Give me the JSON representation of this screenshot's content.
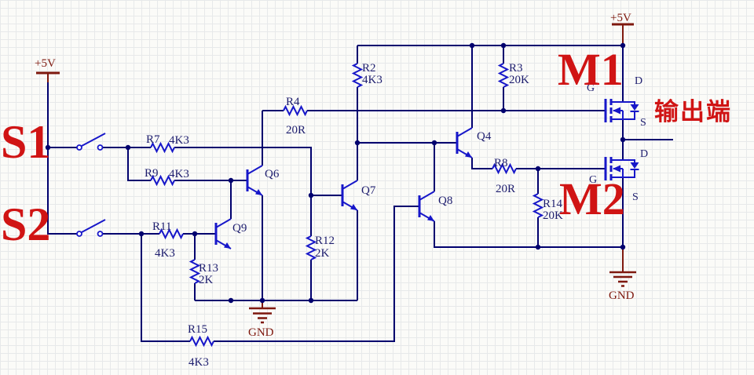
{
  "colors": {
    "wire": "#00006e",
    "symbol": "#1717c9",
    "text": "#1d1d6e",
    "net_label": "#d01414",
    "power": "#7e180e",
    "background": "#fbfbf8",
    "grid": "#e7e9ea"
  },
  "power": {
    "vcc": "+5V",
    "gnd": "GND"
  },
  "nets": {
    "s1": "S1",
    "s2": "S2",
    "m1": "M1",
    "m2": "M2",
    "output": "输出端"
  },
  "pins": {
    "d": "D",
    "g": "G",
    "s": "S"
  },
  "parts": {
    "r2": {
      "ref": "R2",
      "val": "4K3"
    },
    "r3": {
      "ref": "R3",
      "val": "20K"
    },
    "r4": {
      "ref": "R4",
      "val": "20R"
    },
    "r7": {
      "ref": "R7",
      "val": "4K3"
    },
    "r8": {
      "ref": "R8",
      "val": "20R"
    },
    "r9": {
      "ref": "R9",
      "val": "4K3"
    },
    "r11": {
      "ref": "R11",
      "val": "4K3"
    },
    "r12": {
      "ref": "R12",
      "val": "2K"
    },
    "r13": {
      "ref": "R13",
      "val": "2K"
    },
    "r14": {
      "ref": "R14",
      "val": "20K"
    },
    "r15": {
      "ref": "R15",
      "val": "4K3"
    },
    "q4": {
      "ref": "Q4"
    },
    "q6": {
      "ref": "Q6"
    },
    "q7": {
      "ref": "Q7"
    },
    "q8": {
      "ref": "Q8"
    },
    "q9": {
      "ref": "Q9"
    }
  }
}
